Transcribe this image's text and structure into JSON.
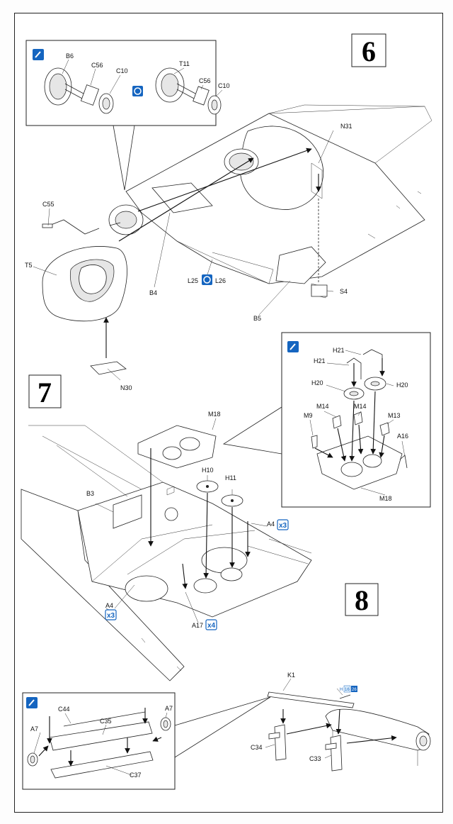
{
  "steps": [
    {
      "number": "6",
      "detail_labels": [
        "B6",
        "C56",
        "C10",
        "T11",
        "C56",
        "C10"
      ],
      "labels": [
        "N31",
        "C55",
        "T5",
        "B4",
        "L25",
        "L26",
        "S4",
        "B5",
        "N30"
      ]
    },
    {
      "number": "7",
      "labels": [
        "M18",
        "H10",
        "H11",
        "B3",
        "A4",
        "A4",
        "A17"
      ],
      "multipliers": [
        "x3",
        "x3",
        "x4"
      ],
      "detail_labels": [
        "H21",
        "H21",
        "H20",
        "H20",
        "M9",
        "M14",
        "M14",
        "M13",
        "A16",
        "M18"
      ]
    },
    {
      "number": "8",
      "labels": [
        "K1",
        "C34",
        "C33"
      ],
      "color_ref": [
        "H",
        "16",
        "26"
      ],
      "detail_labels": [
        "C44",
        "A7",
        "A7",
        "C35",
        "C37"
      ]
    }
  ],
  "icons": {
    "glue": "glue-brush-icon",
    "choose": "choose-alternative-icon",
    "accent": "#1565c0"
  }
}
